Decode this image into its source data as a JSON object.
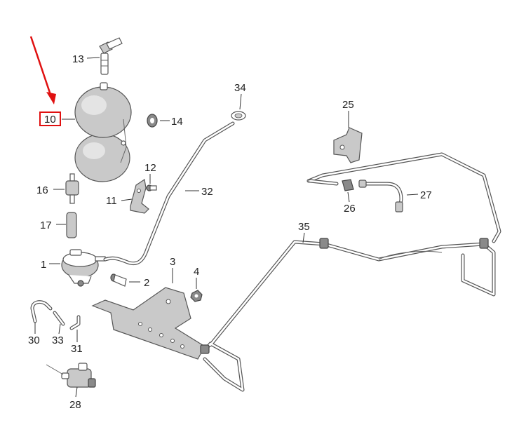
{
  "diagram": {
    "highlight_color": "#e01010",
    "callouts": {
      "p1": "1",
      "p2": "2",
      "p3": "3",
      "p4": "4",
      "p10": "10",
      "p11": "11",
      "p12": "12",
      "p13": "13",
      "p14": "14",
      "p16": "16",
      "p17": "17",
      "p25": "25",
      "p26": "26",
      "p27": "27",
      "p28": "28",
      "p30": "30",
      "p31": "31",
      "p32": "32",
      "p33": "33",
      "p34": "34",
      "p35": "35"
    }
  }
}
